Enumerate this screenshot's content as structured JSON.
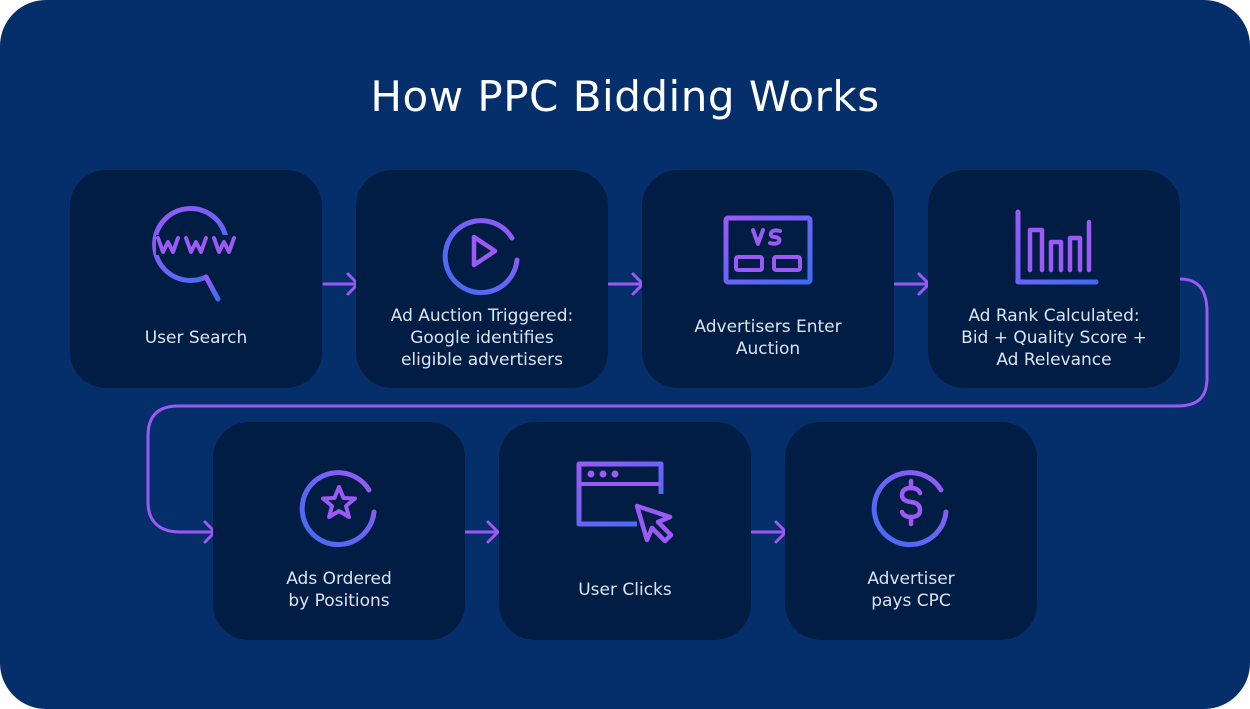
{
  "title": "How PPC Bidding Works",
  "colors": {
    "background": "#052f6b",
    "card": "#021d43",
    "accent_purple": "#9b59f5",
    "accent_blue": "#3d6df2",
    "text": "#dbe4f1"
  },
  "steps": [
    {
      "label": "User Search",
      "icon": "www-search-icon"
    },
    {
      "label": "Ad Auction Triggered:\nGoogle identifies\neligible advertisers",
      "icon": "play-button-icon"
    },
    {
      "label": "Advertisers Enter\nAuction",
      "icon": "versus-screen-icon"
    },
    {
      "label": "Ad Rank Calculated:\nBid + Quality Score +\nAd Relevance",
      "icon": "bar-chart-icon"
    },
    {
      "label": "Ads Ordered\nby Positions",
      "icon": "star-circle-icon"
    },
    {
      "label": "User Clicks",
      "icon": "browser-cursor-icon"
    },
    {
      "label": "Advertiser\npays CPC",
      "icon": "dollar-coin-icon"
    }
  ]
}
